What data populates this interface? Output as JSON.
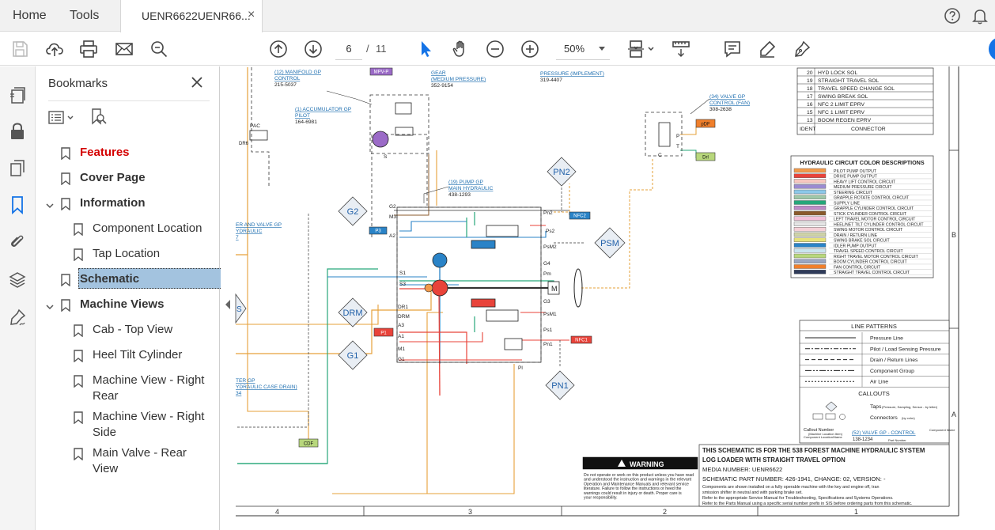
{
  "menu": {
    "home": "Home",
    "tools": "Tools"
  },
  "doc_tab": {
    "title": "UENR6622UENR66...",
    "close": "×"
  },
  "toolbar": {
    "page_current": "6",
    "page_sep": "/",
    "page_total": "11",
    "zoom": "50%"
  },
  "bookmarks": {
    "title": "Bookmarks",
    "items": [
      {
        "label": "Features",
        "level": 0,
        "style": "bold-red"
      },
      {
        "label": "Cover Page",
        "level": 0,
        "style": "bold"
      },
      {
        "label": "Information",
        "level": 0,
        "style": "bold",
        "expanded": true
      },
      {
        "label": "Component Location",
        "level": 1
      },
      {
        "label": "Tap Location",
        "level": 1
      },
      {
        "label": "Schematic",
        "level": 0,
        "style": "bold",
        "selected": true
      },
      {
        "label": "Machine Views",
        "level": 0,
        "style": "bold",
        "expanded": true
      },
      {
        "label": "Cab - Top View",
        "level": 1
      },
      {
        "label": "Heel Tilt Cylinder",
        "level": 1
      },
      {
        "label": "Machine View - Right Rear",
        "level": 1
      },
      {
        "label": "Machine View - Right Side",
        "level": 1
      },
      {
        "label": "Main Valve - Rear View",
        "level": 1
      }
    ]
  },
  "schematic": {
    "callouts": {
      "manifold": [
        "(12) MANIFOLD GP",
        "CONTROL",
        "215-5037"
      ],
      "accumulator": [
        "(1) ACCUMULATOR GP",
        "PILOT",
        "164-6981"
      ],
      "gear": [
        "GEAR",
        "(MEDIUM PRESSURE)",
        "352-9154"
      ],
      "pressure_impl": [
        "PRESSURE (IMPLEMENT)",
        "319-4407"
      ],
      "valve_fan": [
        "(34) VALVE GP",
        "CONTROL (FAN)",
        "308-2638"
      ],
      "pump": [
        "(19) PUMP GP",
        "MAIN HYDRAULIC",
        "438-1293"
      ],
      "valve_left": [
        "ER AND VALVE GP",
        "YDRAULIC",
        "7"
      ],
      "filter_left": [
        "TER GP",
        "YDRAULIC CASE DRAIN)",
        "34"
      ]
    },
    "tags": [
      "MPV-P",
      "PAC",
      "DR6",
      "pDF",
      "Drl",
      "NFC2",
      "P3",
      "P1",
      "NFC1",
      "CDF"
    ],
    "diamonds": [
      "PN2",
      "G2",
      "PSM",
      "DRM",
      "G1",
      "PN1",
      "S"
    ],
    "port_labels": [
      "G2",
      "M3",
      "A2",
      "S1",
      "S3",
      "DR1",
      "DRM",
      "A3",
      "A1",
      "M1",
      "G1",
      "Pn2",
      "Ps2",
      "PsM2",
      "G4",
      "Pm",
      "G3",
      "PsM1",
      "Ps1",
      "Pn1",
      "Pl",
      "M",
      "P",
      "T",
      "C",
      "S"
    ],
    "connector_table": {
      "rows": [
        [
          "20",
          "HYD LOCK SOL"
        ],
        [
          "19",
          "STRAIGHT TRAVEL SOL"
        ],
        [
          "18",
          "TRAVEL SPEED CHANGE SOL"
        ],
        [
          "17",
          "SWING BREAK SOL"
        ],
        [
          "16",
          "NFC 2 LIMIT EPRV"
        ],
        [
          "15",
          "NFC 1 LIMIT EPRV"
        ],
        [
          "13",
          "BOOM REGEN EPRV"
        ]
      ],
      "footer": [
        "IDENT",
        "CONNECTOR"
      ]
    },
    "color_legend": {
      "title": "HYDRAULIC CIRCUIT COLOR DESCRIPTIONS",
      "items": [
        {
          "color": "#f29a4a",
          "label": "PILOT PUMP OUTPUT"
        },
        {
          "color": "#e8433a",
          "label": "DRIVE PUMP OUTPUT"
        },
        {
          "color": "#f7c7c0",
          "label": "HEAVY LIFT CONTROL CIRCUIT"
        },
        {
          "color": "#9b8bd1",
          "label": "MEDIUM PRESSURE CIRCUIT"
        },
        {
          "color": "#8cc8e8",
          "label": "STEERING CIRCUIT"
        },
        {
          "color": "#9fc7a8",
          "label": "GRAPPLE ROTATE CONTROL CIRCUIT"
        },
        {
          "color": "#26a77a",
          "label": "SUPPLY LINE"
        },
        {
          "color": "#bd8bc7",
          "label": "GRAPPLE CYLINDER CONTROL CIRCUIT"
        },
        {
          "color": "#8a5a2b",
          "label": "STICK CYLINDER CONTROL CIRCUIT"
        },
        {
          "color": "#f3c1d9",
          "label": "LEFT TRAVEL MOTOR CONTROL CIRCUIT"
        },
        {
          "color": "#e4e4e4",
          "label": "HEEL/NET TILT CYLINDER CONTROL CIRCUIT"
        },
        {
          "color": "#f5d0d7",
          "label": "SWING MOTOR CONTROL CIRCUIT"
        },
        {
          "color": "#cfd3a8",
          "label": "DRAIN / RETURN LINE"
        },
        {
          "color": "#e6e27a",
          "label": "SWING BRAKE SOL CIRCUIT"
        },
        {
          "color": "#2a83c7",
          "label": "IDLER PUMP OUTPUT"
        },
        {
          "color": "#c9e5ef",
          "label": "TRAVEL SPEED CONTROL CIRCUIT"
        },
        {
          "color": "#b8d77c",
          "label": "RIGHT TRAVEL MOTOR CONTROL CIRCUIT"
        },
        {
          "color": "#9aa6c2",
          "label": "BOOM CYLINDER CONTROL CIRCUIT"
        },
        {
          "color": "#f07f2b",
          "label": "FAN CONTROL CIRCUIT"
        },
        {
          "color": "#2f3b5a",
          "label": "STRAIGHT TRAVEL CONTROL CIRCUIT"
        }
      ]
    },
    "line_patterns": {
      "title": "LINE PATTERNS",
      "items": [
        "Pressure Line",
        "Pilot / Load Sensing Pressure",
        "Drain / Return Lines",
        "Component Group",
        "Air Line"
      ]
    },
    "callouts_box": {
      "title": "CALLOUTS",
      "taps": "Taps",
      "taps_note": "(Pressure, Sampling, Sensor - by letter)",
      "connectors": "Connectors",
      "connectors_note": "(by color)",
      "callout_number": "Callout Number",
      "callout_sub": "(Machine Location Item)",
      "component_location_note": "Component Location/Name",
      "callout_example": "(52) VALVE GP - CONTROL",
      "callout_part": "138-1234",
      "component_name": "Component Name",
      "part_number": "Part Number"
    },
    "warning": {
      "title": "WARNING",
      "text": "Do not operate or work on this product unless you have read and understood the instruction and warnings in the relevant Operation and Maintenance Manuals and relevant service literature. Failure to follow the instructions or heed the warnings could result in injury or death. Proper care is your responsibility."
    },
    "info": {
      "line1": "THIS SCHEMATIC IS FOR THE 538 FOREST MACHINE HYDRAULIC SYSTEM",
      "line2": "LOG LOADER WITH STRAIGHT TRAVEL OPTION",
      "line3": "MEDIA NUMBER: UENR6622",
      "line4": "SCHEMATIC PART NUMBER: 426-1941, CHANGE: 02, VERSION: -",
      "line5": "Components are shown installed on a fully operable machine with the key and engine off, transmission shifter in neutral and with parking brake set.",
      "line6": "Refer to the appropriate Service Manual for Troubleshooting, Specifications and Systems Operations.",
      "line7": "Refer to the Parts Manual using a specific serial number prefix in SIS before ordering parts from this schematic."
    },
    "grid_bottom": [
      "4",
      "3",
      "2",
      "1"
    ],
    "grid_right": [
      "B",
      "A"
    ]
  }
}
